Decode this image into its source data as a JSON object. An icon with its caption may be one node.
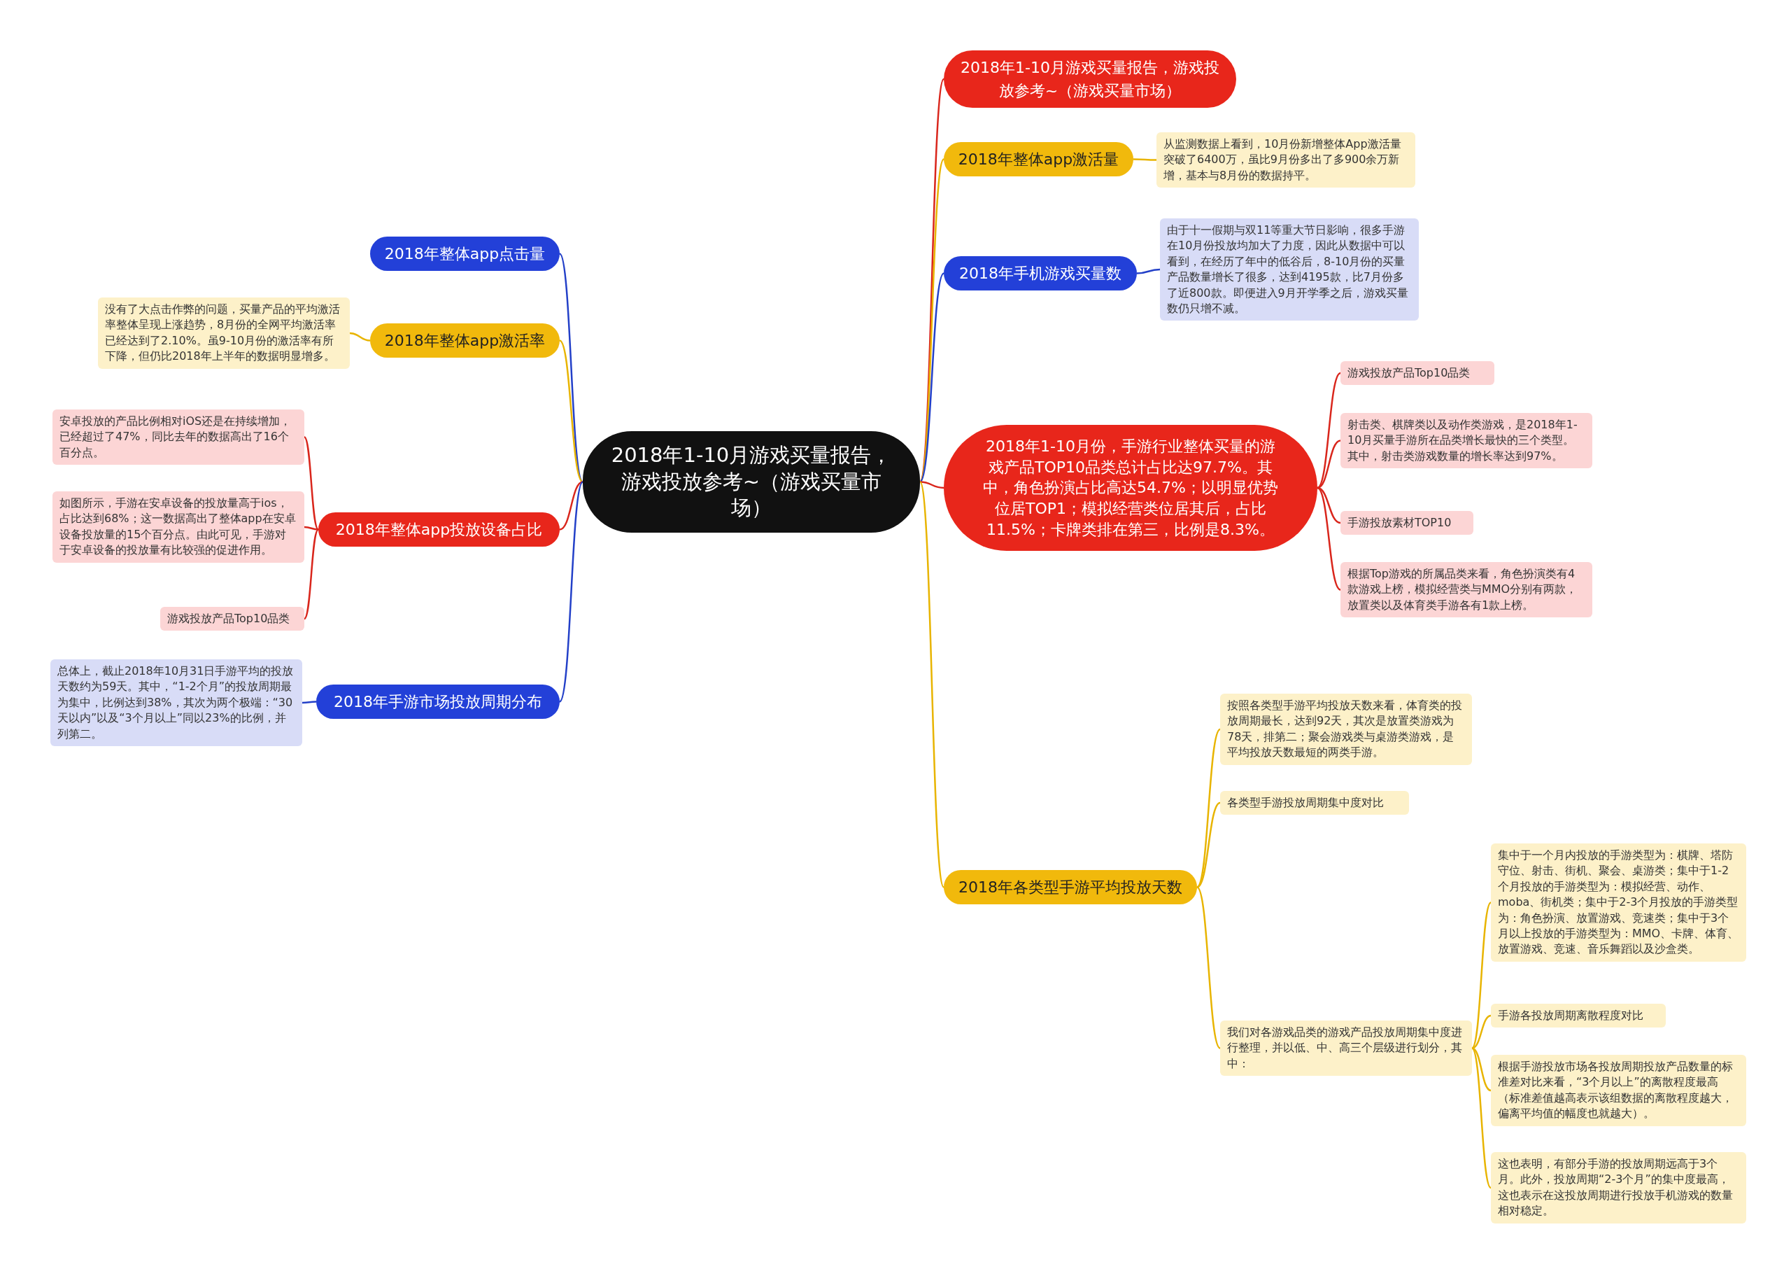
{
  "diagram": {
    "nodes": [
      {
        "text": [
          "2018年1-10月游戏买量报告，游戏投放参考~（游戏买量市场）"
        ]
      },
      {
        "text": [
          "2018年1-10月游戏买量报告，游戏投放参考~（游戏买量市场）"
        ]
      },
      {
        "text": [
          "2018年整体app激活量"
        ]
      },
      {
        "text": [
          "从监测数据上看到，10月份新增整体App激活量突破了6400万，虽比9月份多出了多900余万新增，基本与8月份的数据持平。"
        ]
      },
      {
        "text": [
          "2018年手机游戏买量数"
        ]
      },
      {
        "text": [
          "由于十一假期与双11等重大节日影响，很多手游在10月份投放均加大了力度，因此从数据中可以看到，在经历了年中的低谷后，8-10月份的买量产品数量增长了很多，达到4195款，比7月份多了近800款。即便进入9月开学季之后，游戏买量数仍只增不减。"
        ]
      },
      {
        "text": [
          "2018年1-10月份，手游行业整体买量的游戏产品TOP10品类总计占比达97.7%。其中，角色扮演占比高达54.7%；以明显优势位居TOP1；模拟经营类位居其后，占比11.5%；卡牌类排在第三，比例是8.3%。"
        ]
      },
      {
        "text": [
          "游戏投放产品Top10品类"
        ]
      },
      {
        "text": [
          "射击类、棋牌类以及动作类游戏，是2018年1-10月买量手游所在品类增长最快的三个类型。其中，射击类游戏数量的增长率达到97%。"
        ]
      },
      {
        "text": [
          "手游投放素材TOP10"
        ]
      },
      {
        "text": [
          "根据Top游戏的所属品类来看，角色扮演类有4款游戏上榜，模拟经营类与MMO分别有两款，放置类以及体育类手游各有1款上榜。"
        ]
      },
      {
        "text": [
          "2018年各类型手游平均投放天数"
        ]
      },
      {
        "text": [
          "按照各类型手游平均投放天数来看，体育类的投放周期最长，达到92天，其次是放置类游戏为78天，排第二；聚会游戏类与桌游类游戏，是平均投放天数最短的两类手游。"
        ]
      },
      {
        "text": [
          "各类型手游投放周期集中度对比"
        ]
      },
      {
        "text": [
          "我们对各游戏品类的游戏产品投放周期集中度进行整理，并以低、中、高三个层级进行划分，其中："
        ]
      },
      {
        "text": [
          "集中于一个月内投放的手游类型为：棋牌、塔防守位、射击、街机、聚会、桌游类；集中于1-2个月投放的手游类型为：模拟经营、动作、moba、街机类；集中于2-3个月投放的手游类型为：角色扮演、放置游戏、竞速类；集中于3个月以上投放的手游类型为：MMO、卡牌、体育、放置游戏、竞速、音乐舞蹈以及沙盒类。"
        ]
      },
      {
        "text": [
          "手游各投放周期离散程度对比"
        ]
      },
      {
        "text": [
          "根据手游投放市场各投放周期投放产品数量的标准差对比来看，“3个月以上”的离散程度最高（标准差值越高表示该组数据的离散程度越大，偏离平均值的幅度也就越大）。"
        ]
      },
      {
        "text": [
          "这也表明，有部分手游的投放周期远高于3个月。此外，投放周期“2-3个月”的集中度最高，这也表示在这投放周期进行投放手机游戏的数量相对稳定。"
        ]
      },
      {
        "text": [
          "2018年整体app点击量"
        ]
      },
      {
        "text": [
          "2018年整体app激活率"
        ]
      },
      {
        "text": [
          "没有了大点击作弊的问题，买量产品的平均激活率整体呈现上涨趋势，8月份的全网平均激活率已经达到了2.10%。虽9-10月份的激活率有所下降，但仍比2018年上半年的数据明显增多。"
        ]
      },
      {
        "text": [
          "2018年整体app投放设备占比"
        ]
      },
      {
        "text": [
          "安卓投放的产品比例相对iOS还是在持续增加，已经超过了47%，同比去年的数据高出了16个百分点。"
        ]
      },
      {
        "text": [
          "如图所示，手游在安卓设备的投放量高于ios，占比达到68%；这一数据高出了整体app在安卓设备投放量的15个百分点。由此可见，手游对于安卓设备的投放量有比较强的促进作用。"
        ]
      },
      {
        "text": [
          "游戏投放产品Top10品类"
        ]
      },
      {
        "text": [
          "2018年手游市场投放周期分布"
        ]
      },
      {
        "text": [
          "总体上，截止2018年10月31日手游平均的投放天数约为59天。其中，“1-2个月”的投放周期最为集中，比例达到38%，其次为两个极端：“30天以内”以及“3个月以上”同以23%的比例，并列第二。"
        ]
      }
    ],
    "edges": [
      {
        "from": 0,
        "to": 1,
        "arrow": "none",
        "color": "#d9261c"
      },
      {
        "from": 0,
        "to": 2,
        "arrow": "none"
      },
      {
        "from": 2,
        "to": 3,
        "arrow": "none"
      },
      {
        "from": 0,
        "to": 4,
        "arrow": "none",
        "color": "#2340c8"
      },
      {
        "from": 4,
        "to": 5,
        "arrow": "none",
        "color": "#2340c8"
      },
      {
        "from": 0,
        "to": 6,
        "arrow": "none",
        "color": "#d9261c"
      },
      {
        "from": 6,
        "to": 7,
        "arrow": "none",
        "color": "#d9261c"
      },
      {
        "from": 6,
        "to": 8,
        "arrow": "none",
        "color": "#d9261c"
      },
      {
        "from": 6,
        "to": 9,
        "arrow": "none",
        "color": "#d9261c"
      },
      {
        "from": 6,
        "to": 10,
        "arrow": "none",
        "color": "#d9261c"
      },
      {
        "from": 0,
        "to": 11,
        "arrow": "none"
      },
      {
        "from": 11,
        "to": 12,
        "arrow": "none"
      },
      {
        "from": 11,
        "to": 13,
        "arrow": "none"
      },
      {
        "from": 11,
        "to": 14,
        "arrow": "none"
      },
      {
        "from": 14,
        "to": 15,
        "arrow": "none"
      },
      {
        "from": 14,
        "to": 16,
        "arrow": "none"
      },
      {
        "from": 14,
        "to": 17,
        "arrow": "none"
      },
      {
        "from": 14,
        "to": 18,
        "arrow": "none"
      },
      {
        "from": 0,
        "to": 19,
        "arrow": "none",
        "color": "#2340c8"
      },
      {
        "from": 0,
        "to": 20,
        "arrow": "none"
      },
      {
        "from": 20,
        "to": 21,
        "arrow": "none"
      },
      {
        "from": 0,
        "to": 22,
        "arrow": "none",
        "color": "#d9261c"
      },
      {
        "from": 22,
        "to": 23,
        "arrow": "none",
        "color": "#d9261c"
      },
      {
        "from": 22,
        "to": 24,
        "arrow": "none",
        "color": "#d9261c"
      },
      {
        "from": 22,
        "to": 25,
        "arrow": "none",
        "color": "#d9261c"
      },
      {
        "from": 0,
        "to": 26,
        "arrow": "none",
        "color": "#2340c8"
      },
      {
        "from": 26,
        "to": 27,
        "arrow": "none",
        "color": "#2340c8"
      }
    ]
  }
}
